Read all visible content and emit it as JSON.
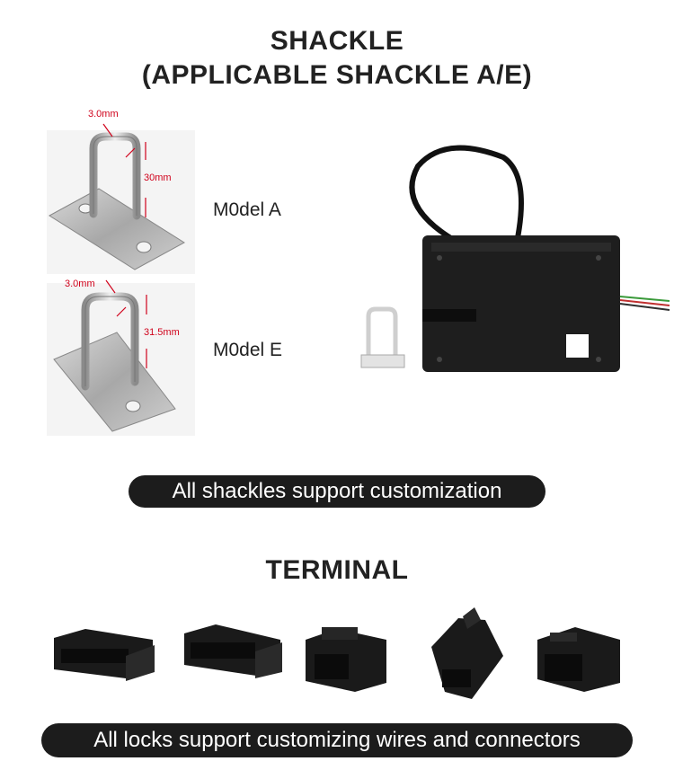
{
  "header": {
    "line1": "SHACKLE",
    "line2": "(APPLICABLE SHACKLE A/E)"
  },
  "models": [
    {
      "label": "M0del A",
      "wire_dim": "3.0mm",
      "height_dim": "30mm"
    },
    {
      "label": "M0del E",
      "wire_dim": "3.0mm",
      "height_dim": "31.5mm"
    }
  ],
  "banner1": "All shackles support customization",
  "terminal": {
    "title": "TERMINAL",
    "connector_count": 5
  },
  "banner2": "All locks support customizing wires and connectors",
  "colors": {
    "banner_bg": "#1c1c1c",
    "dimension_red": "#d0021b",
    "lock_body": "#1e1e1e",
    "metal": "#b9b9b9"
  }
}
